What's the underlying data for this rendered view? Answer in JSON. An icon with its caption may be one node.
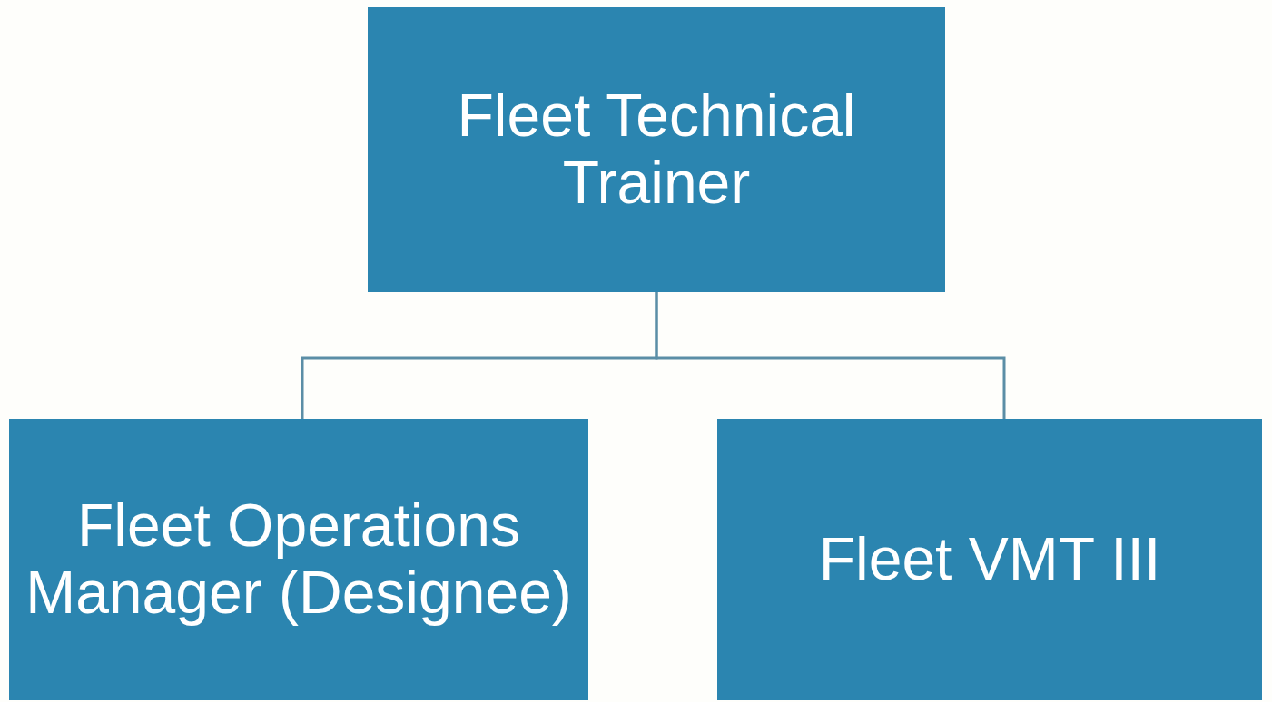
{
  "diagram": {
    "nodes": [
      {
        "text": [
          "Fleet Technical Trainer"
        ]
      },
      {
        "text": [
          "Fleet Operations Manager (Designee)"
        ]
      },
      {
        "text": [
          "Fleet VMT III"
        ]
      }
    ],
    "edges": [
      {
        "from": 0,
        "to": 1,
        "arrow": "none"
      },
      {
        "from": 0,
        "to": 2,
        "arrow": "none"
      }
    ]
  }
}
